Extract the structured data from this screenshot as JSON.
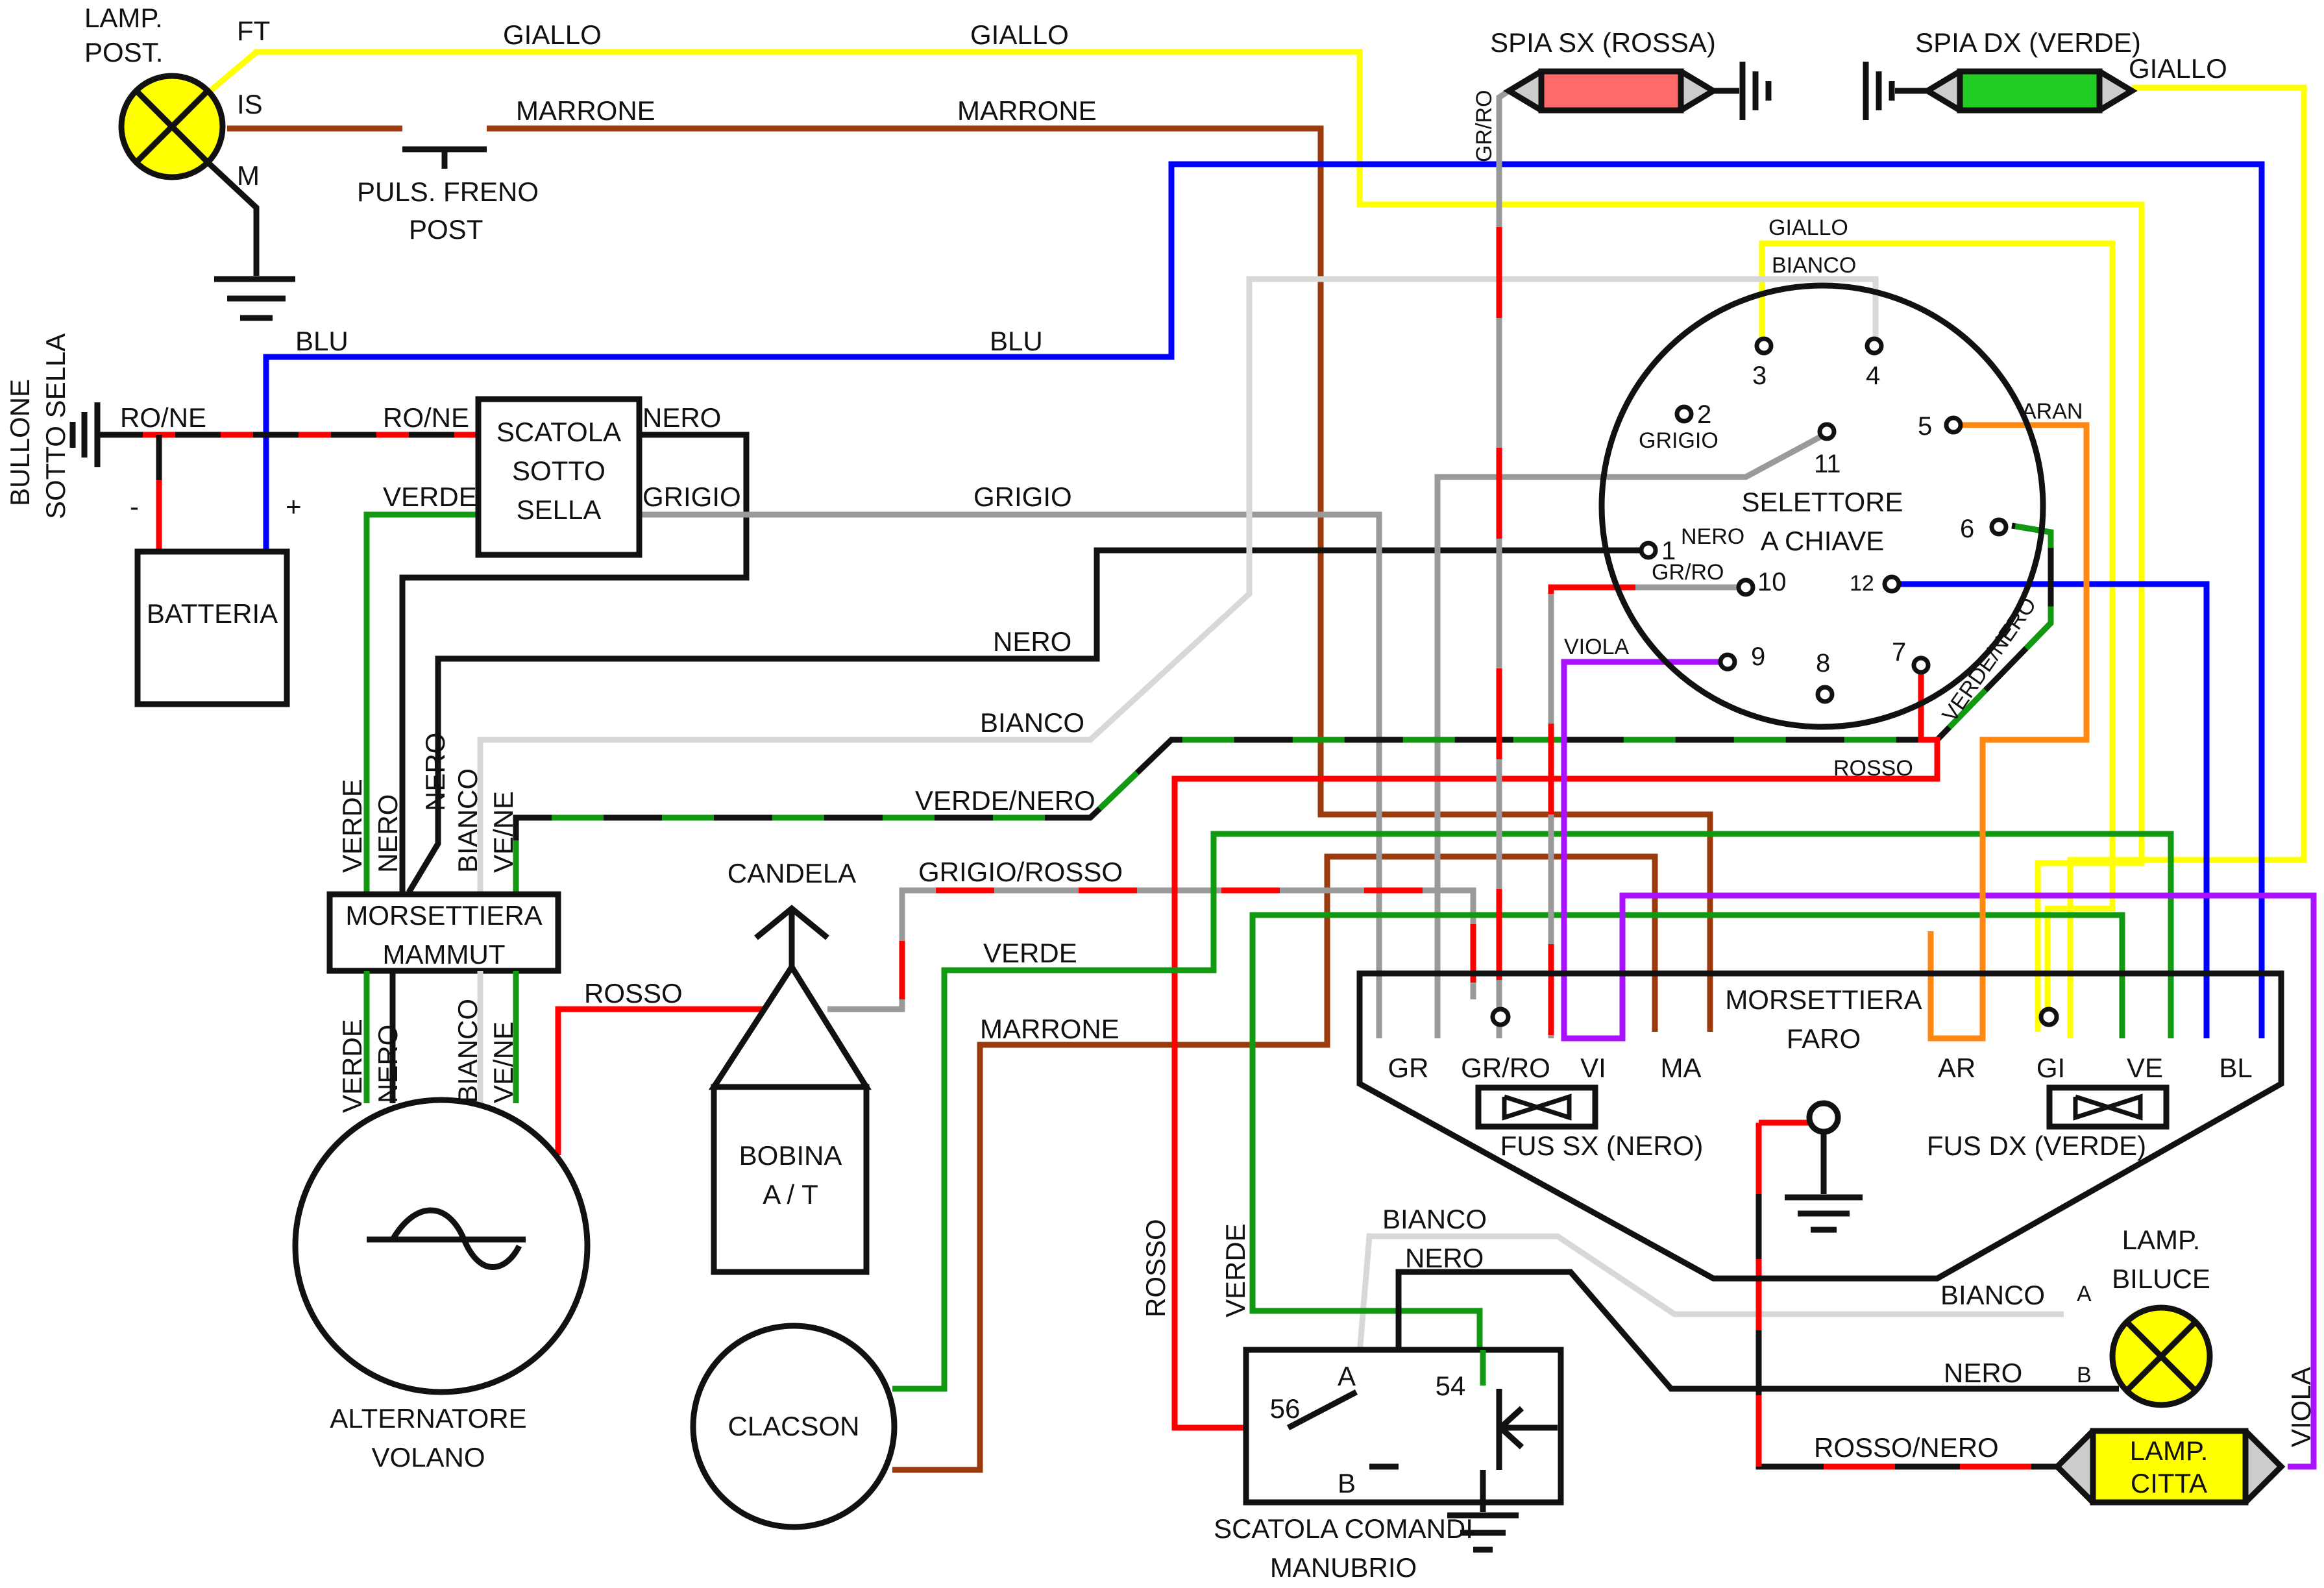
{
  "components": {
    "lamp_post": [
      "LAMP.",
      "POST."
    ],
    "puls_freno": [
      "PULS. FRENO",
      "POST"
    ],
    "bullone": [
      "BULLONE",
      "SOTTO SELLA"
    ],
    "batteria": "BATTERIA",
    "scatola_sotto_sella": [
      "SCATOLA",
      "SOTTO",
      "SELLA"
    ],
    "morsettiera_mammut": [
      "MORSETTIERA",
      "MAMMUT"
    ],
    "alternatore": [
      "ALTERNATORE",
      "VOLANO"
    ],
    "candela": "CANDELA",
    "bobina": [
      "BOBINA",
      "A / T"
    ],
    "clacson": "CLACSON",
    "spia_sx": "SPIA SX (ROSSA)",
    "spia_dx": "SPIA DX (VERDE)",
    "selettore": [
      "SELETTORE",
      "A CHIAVE"
    ],
    "morsettiera_faro": [
      "MORSETTIERA",
      "FARO"
    ],
    "fus_sx": "FUS SX (NERO)",
    "fus_dx": "FUS DX (VERDE)",
    "scatola_comandi": [
      "SCATOLA COMANDI",
      "MANUBRIO"
    ],
    "lamp_biluce": [
      "LAMP.",
      "BILUCE"
    ],
    "lamp_citta": [
      "LAMP.",
      "CITTA"
    ]
  },
  "lamp_terminals": [
    "FT",
    "IS",
    "M"
  ],
  "battery_terminals": [
    "-",
    "+"
  ],
  "selector_pins": [
    "1",
    "2",
    "3",
    "4",
    "5",
    "6",
    "7",
    "8",
    "9",
    "10",
    "11",
    "12"
  ],
  "faro_terminals": [
    "GR",
    "GR/RO",
    "VI",
    "MA",
    "AR",
    "GI",
    "VE",
    "BL"
  ],
  "comandi_terminals": [
    "56",
    "54",
    "A",
    "B"
  ],
  "biluce_terminals": [
    "A",
    "B"
  ],
  "wire_labels": {
    "giallo": "GIALLO",
    "marrone": "MARRONE",
    "blu": "BLU",
    "ro_ne": "RO/NE",
    "nero": "NERO",
    "grigio": "GRIGIO",
    "verde": "VERDE",
    "bianco": "BIANCO",
    "verde_nero": "VERDE/NERO",
    "ve_ne": "VE/NE",
    "grigio_rosso": "GRIGIO/ROSSO",
    "rosso": "ROSSO",
    "gr_ro": "GR/RO",
    "aran": "ARAN",
    "viola": "VIOLA",
    "rosso_nero": "ROSSO/NERO"
  },
  "colors": {
    "giallo": "#ffff00",
    "marrone": "#9b3a0c",
    "blu": "#0000ff",
    "rosso": "#ff0000",
    "nero": "#111111",
    "grigio": "#9a9a9a",
    "bianco": "#d8d8d8",
    "verde": "#119911",
    "arancio": "#ff8811",
    "viola": "#aa11ff",
    "spia_rossa": "#ff6b6b",
    "spia_verde": "#22cc22",
    "lamp_yellow": "#ffff00"
  }
}
